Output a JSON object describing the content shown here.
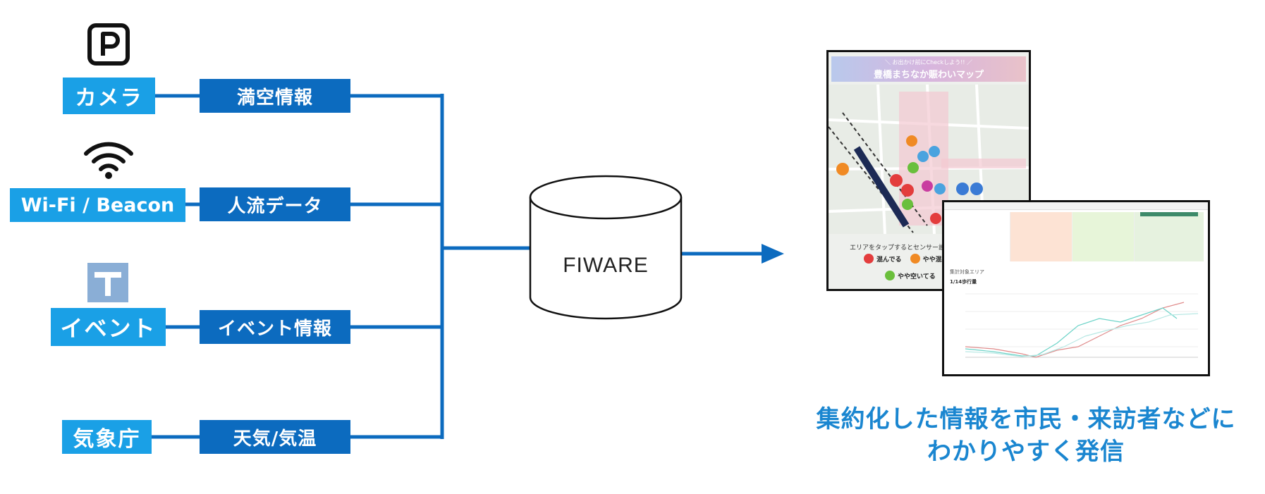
{
  "sources": [
    {
      "label": "カメラ",
      "icon": "parking-icon"
    },
    {
      "label": "Wi-Fi / Beacon",
      "icon": "wifi-icon"
    },
    {
      "label": "イベント",
      "icon": "event-icon"
    },
    {
      "label": "気象庁",
      "icon": ""
    }
  ],
  "info": [
    "満空情報",
    "人流データ",
    "イベント情報",
    "天気/気温"
  ],
  "hub": {
    "label": "FIWARE"
  },
  "output": {
    "map_screen": {
      "subtitle": "＼ お出かけ前にCheckしよう!! ／",
      "title": "豊橋まちなか賑わいマップ",
      "hint": "エリアをタップするとセンサー設",
      "legend": [
        "混んでる",
        "やや混",
        "やや空いてる"
      ]
    },
    "dashboard_screen": {
      "area_label": "集計対象エリア",
      "chart_title": "1/14歩行量"
    },
    "caption_lines": [
      "集約化した情報を市民・来訪者などに",
      "わかりやすく発信"
    ]
  },
  "colors": {
    "source_box": "#1aa0e6",
    "info_box": "#0c6bbf",
    "connector": "#0c6bbf",
    "caption": "#1a86d0"
  }
}
